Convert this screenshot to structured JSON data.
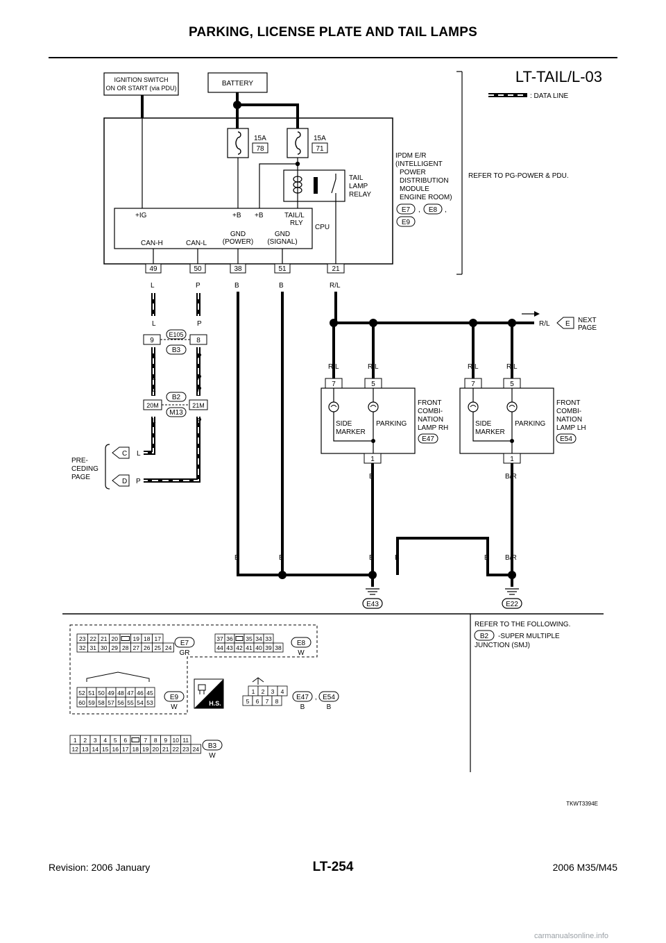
{
  "page": {
    "title": "PARKING, LICENSE PLATE AND TAIL LAMPS",
    "page_number": "LT-254",
    "revision": "Revision: 2006 January",
    "model": "2006 M35/M45",
    "watermark": "carmanualsonline.info",
    "figure_id": "TKWT3394E"
  },
  "diagram": {
    "code": "LT-TAIL/L-03",
    "legend": ": DATA LINE",
    "ignition_switch": [
      "IGNITION SWITCH",
      "ON OR START (via PDU)"
    ],
    "battery": "BATTERY",
    "fuses": [
      {
        "amp": "15A",
        "num": "78"
      },
      {
        "amp": "15A",
        "num": "71"
      }
    ],
    "ipdm_label": [
      "IPDM E/R",
      "(INTELLIGENT",
      "POWER",
      "DISTRIBUTION",
      "MODULE",
      "ENGINE ROOM)"
    ],
    "ipdm_connectors": [
      "E7",
      "E8",
      "E9"
    ],
    "refer_power": "REFER TO PG-POWER & PDU.",
    "relay_label": [
      "TAIL",
      "LAMP",
      "RELAY"
    ],
    "cpu_terms": {
      "ig": "+IG",
      "b1": "+B",
      "b2": "+B",
      "tail_rly": [
        "TAIL/L",
        "RLY"
      ],
      "cpu": "CPU",
      "can_h": "CAN-H",
      "can_l": "CAN-L",
      "gnd_power": [
        "GND",
        "(POWER)"
      ],
      "gnd_signal": [
        "GND",
        "(SIGNAL)"
      ]
    },
    "ipdm_pins": [
      "49",
      "50",
      "38",
      "51",
      "21"
    ],
    "wire_colors": {
      "L": "L",
      "P": "P",
      "B": "B",
      "RL": "R/L",
      "BR": "B/R"
    },
    "junction1": {
      "conn_top": "E105",
      "conn_bottom": "B3",
      "pin_l": "9",
      "pin_p": "8"
    },
    "junction2": {
      "conn_top": "B2",
      "conn_bottom": "M13",
      "pin_l": "20M",
      "pin_p": "21M"
    },
    "preceding": {
      "label": [
        "PRE-",
        "CEDING",
        "PAGE"
      ],
      "c": "C",
      "d": "D"
    },
    "next_page": {
      "label": [
        "NEXT",
        "PAGE"
      ],
      "e": "E"
    },
    "lamp_rh": {
      "pins": [
        "7",
        "5",
        "1"
      ],
      "side": [
        "SIDE",
        "MARKER"
      ],
      "parking": "PARKING",
      "label": [
        "FRONT",
        "COMBI-",
        "NATION",
        "LAMP RH"
      ],
      "conn": "E47"
    },
    "lamp_lh": {
      "pins": [
        "7",
        "5",
        "1"
      ],
      "side": [
        "SIDE",
        "MARKER"
      ],
      "parking": "PARKING",
      "label": [
        "FRONT",
        "COMBI-",
        "NATION",
        "LAMP LH"
      ],
      "conn": "E54"
    },
    "grounds": [
      "E43",
      "E22"
    ],
    "connector_views": {
      "e7": {
        "id": "E7",
        "color": "GR",
        "row1": [
          "23",
          "22",
          "21",
          "20",
          "",
          "19",
          "18",
          "17"
        ],
        "row2": [
          "32",
          "31",
          "30",
          "29",
          "28",
          "27",
          "26",
          "25",
          "24"
        ]
      },
      "e8": {
        "id": "E8",
        "color": "W",
        "row1": [
          "37",
          "36",
          "",
          "35",
          "34",
          "33"
        ],
        "row2": [
          "44",
          "43",
          "42",
          "41",
          "40",
          "39",
          "38"
        ]
      },
      "e9": {
        "id": "E9",
        "color": "W",
        "row1": [
          "52",
          "51",
          "50",
          "49",
          "48",
          "47",
          "46",
          "45"
        ],
        "row2": [
          "60",
          "59",
          "58",
          "57",
          "56",
          "55",
          "54",
          "53"
        ]
      },
      "hs": "H.S.",
      "e47": {
        "id": "E47",
        "color": "B",
        "row1": [
          "1",
          "2",
          "3",
          "4"
        ],
        "row2": [
          "5",
          "6",
          "7",
          "8"
        ]
      },
      "e54": {
        "id": "E54",
        "color": "B"
      },
      "b3": {
        "id": "B3",
        "color": "W",
        "row1": [
          "1",
          "2",
          "3",
          "4",
          "5",
          "6",
          "",
          "7",
          "8",
          "9",
          "10",
          "11"
        ],
        "row2": [
          "12",
          "13",
          "14",
          "15",
          "16",
          "17",
          "18",
          "19",
          "20",
          "21",
          "22",
          "23",
          "24"
        ]
      }
    },
    "refer_following": "REFER TO THE FOLLOWING.",
    "refer_b2": {
      "conn": "B2",
      "text": [
        "-SUPER MULTIPLE",
        "JUNCTION (SMJ)"
      ]
    }
  }
}
